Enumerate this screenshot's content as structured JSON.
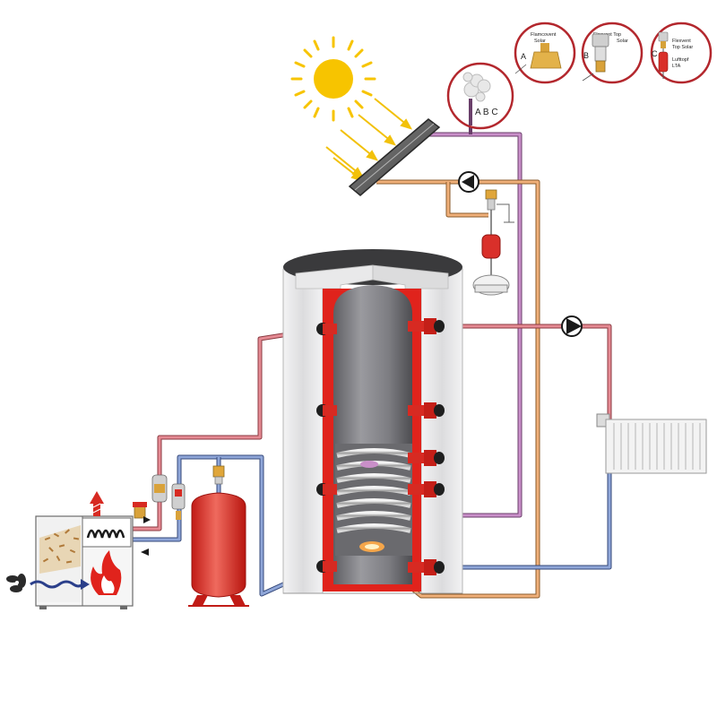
{
  "vent_callout": {
    "letters": "A B C"
  },
  "variants": [
    {
      "letter": "A",
      "name_line1": "Flamcovent",
      "name_line2": "Solar",
      "name_line3": ""
    },
    {
      "letter": "B",
      "name_line1": "Flexvent Top",
      "name_line2": "Solar",
      "name_line3": ""
    },
    {
      "letter": "C",
      "name_line1": "Flexvent",
      "name_line2": "Top Solar",
      "name_line3": "Lufttopf",
      "name_line4": "LTA"
    }
  ],
  "colors": {
    "hot_pipe": "#e58a93",
    "cold_pipe": "#8fa6d8",
    "solar_supply": "#c98fc9",
    "solar_return": "#f0b07a",
    "vessel_red": "#d9302a",
    "tank_red": "#e0231c",
    "sun": "#f7c400",
    "arrows": "#f2c10a",
    "insulation": "#e9e9ea"
  }
}
